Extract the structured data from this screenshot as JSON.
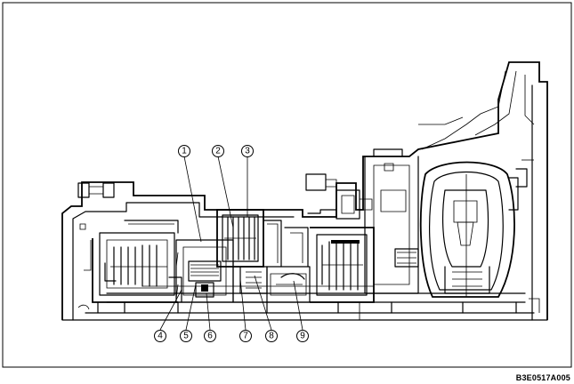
{
  "figure_code": "B3E0517A005",
  "callouts": [
    "1",
    "2",
    "3",
    "4",
    "5",
    "6",
    "7",
    "8",
    "9"
  ]
}
